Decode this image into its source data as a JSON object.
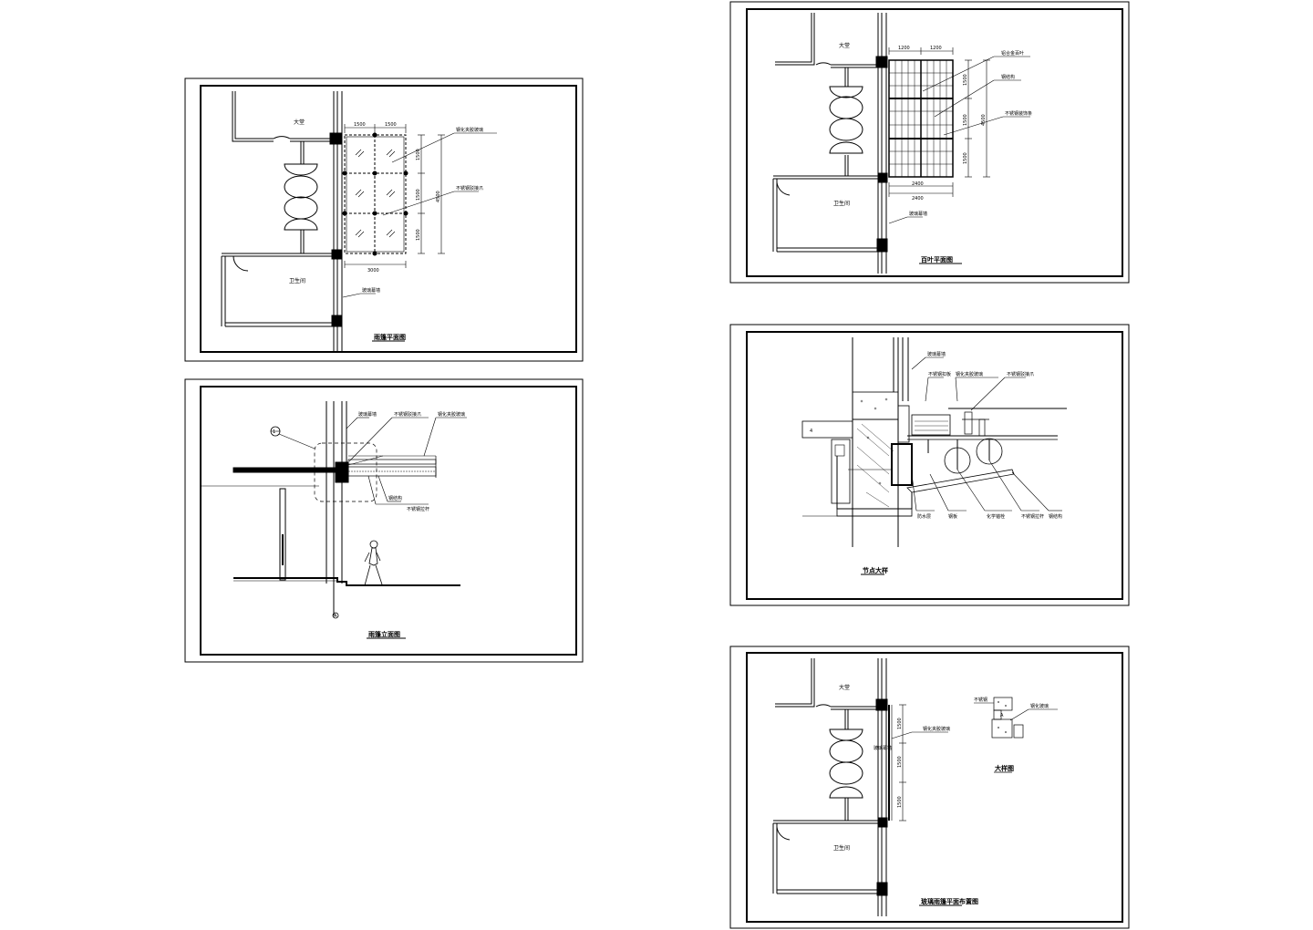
{
  "document": {
    "sheets": [
      {
        "id": "sheet-1",
        "kind": "canopy-plan",
        "title": "雨篷平面图",
        "room_labels": [
          "大堂",
          "卫生间"
        ],
        "dimension_labels": [
          "1500",
          "1500",
          "3000",
          "1500",
          "1500",
          "1500",
          "4500"
        ],
        "callouts": [
          "钢化夹胶玻璃",
          "不锈钢驳接爪",
          "玻璃幕墙"
        ]
      },
      {
        "id": "sheet-2",
        "kind": "canopy-elevation",
        "title": "雨篷立面图",
        "callouts": [
          "玻璃幕墙",
          "不锈钢驳接爪",
          "钢化夹胶玻璃",
          "钢结构",
          "不锈钢拉杆"
        ],
        "marker_number": "1",
        "grid_marker": "A"
      },
      {
        "id": "sheet-3",
        "kind": "louver-plan",
        "title": "百叶平面图",
        "room_labels": [
          "大堂",
          "卫生间"
        ],
        "dimension_labels": [
          "1200",
          "1200",
          "1500",
          "1500",
          "1500",
          "4500",
          "2400",
          "2400"
        ],
        "callouts": [
          "铝合金百叶",
          "钢结构",
          "不锈钢装饰条"
        ],
        "bottom_callout": "玻璃幕墙"
      },
      {
        "id": "sheet-4",
        "kind": "detail-section",
        "title": "节点大样",
        "callouts": [
          "玻璃幕墙",
          "不锈钢扣板",
          "钢化夹胶玻璃",
          "不锈钢驳接爪",
          "防水层",
          "钢板",
          "化学锚栓",
          "不锈钢拉杆",
          "钢结构"
        ],
        "note": "4"
      },
      {
        "id": "sheet-5",
        "kind": "glass-canopy-plan",
        "title": "玻璃雨篷平面布置图",
        "room_labels": [
          "大堂",
          "卫生间"
        ],
        "dimension_labels": [
          "1500",
          "1500",
          "1500"
        ],
        "callouts": [
          "钢化夹胶玻璃",
          "玻璃幕墙"
        ],
        "detail_title": "大样图",
        "detail_callouts": [
          "不锈钢",
          "钢化玻璃"
        ],
        "detail_mark": "A"
      }
    ]
  }
}
